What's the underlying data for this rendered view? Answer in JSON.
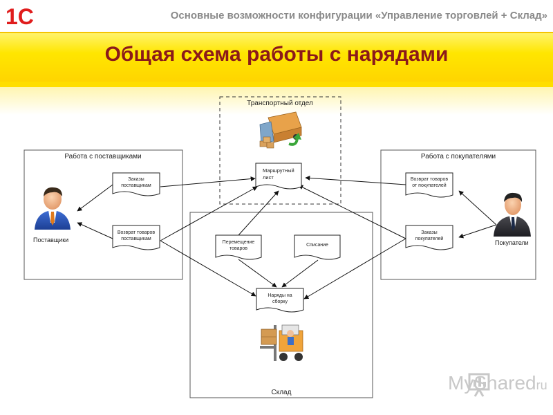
{
  "header": {
    "logo_text": "1С",
    "subtitle": "Основные возможности конфигурации «Управление торговлей + Склад»"
  },
  "slide": {
    "title": "Общая схема работы с нарядами"
  },
  "diagram": {
    "transport": {
      "title": "Транспортный отдел"
    },
    "suppliers_box": {
      "title": "Работа с поставщиками"
    },
    "customers_box": {
      "title": "Работа с покупателями"
    },
    "warehouse_box": {
      "title": "Склад"
    },
    "actors": {
      "suppliers": "Поставщики",
      "customers": "Покупатели"
    },
    "documents": {
      "route_sheet": [
        "Маршрутный",
        "лист"
      ],
      "supplier_orders": [
        "Заказы",
        "поставщикам"
      ],
      "supplier_returns": [
        "Возврат товаров",
        "поставщикам"
      ],
      "customer_returns": [
        "Возврат товаров",
        "от покупателей"
      ],
      "customer_orders": [
        "Заказы",
        "покупателей"
      ],
      "transfer": [
        "Перемещение",
        "товаров"
      ],
      "writeoff": [
        "Списание"
      ],
      "assembly_orders": [
        "Наряды на",
        "сборку"
      ]
    }
  },
  "watermark": {
    "text": "MyShared",
    "suffix": "ru"
  },
  "colors": {
    "title": "#8b1a1a",
    "band": "#ffe600",
    "logo": "#e01d1d"
  },
  "icons": [
    "logo-1c",
    "truck-icon",
    "supplier-person-icon",
    "customer-person-icon",
    "forklift-icon",
    "presentation-icon"
  ]
}
